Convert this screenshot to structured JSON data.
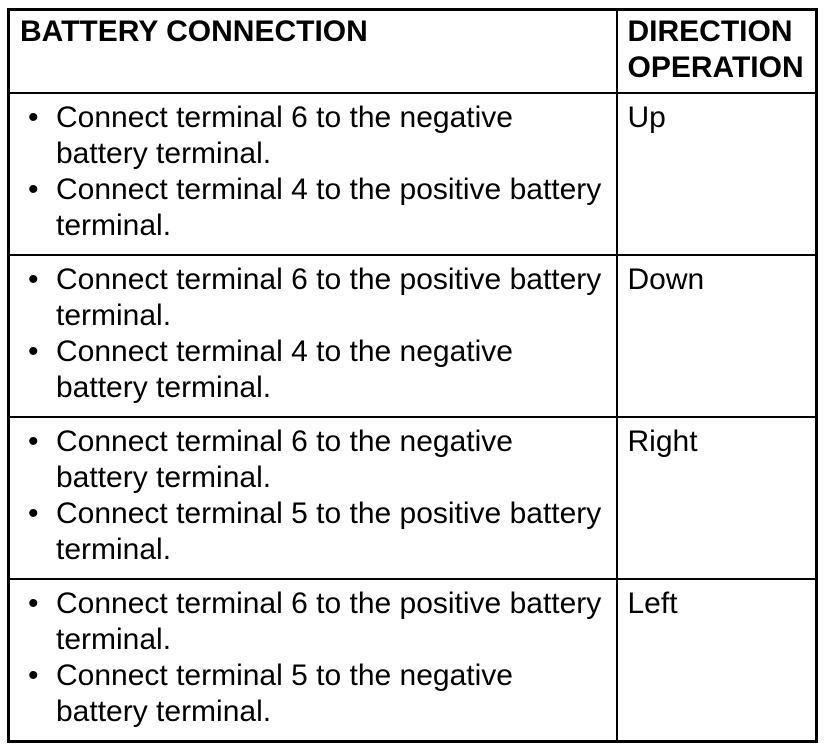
{
  "colors": {
    "background": "#ffffff",
    "text": "#000000",
    "border": "#000000"
  },
  "table": {
    "header": {
      "connection": "BATTERY CONNECTION",
      "direction": "DIRECTION OPERATION"
    },
    "rows": [
      {
        "bullets": [
          "Connect terminal 6 to the negative battery terminal.",
          "Connect terminal 4 to the positive battery terminal."
        ],
        "direction": "Up"
      },
      {
        "bullets": [
          "Connect terminal 6 to the positive battery terminal.",
          "Connect terminal 4 to the negative battery terminal."
        ],
        "direction": "Down"
      },
      {
        "bullets": [
          "Connect terminal 6 to the negative battery terminal.",
          "Connect terminal 5 to the positive battery terminal."
        ],
        "direction": "Right"
      },
      {
        "bullets": [
          "Connect terminal 6 to the positive battery terminal.",
          "Connect terminal 5 to the negative battery terminal."
        ],
        "direction": "Left"
      }
    ]
  }
}
